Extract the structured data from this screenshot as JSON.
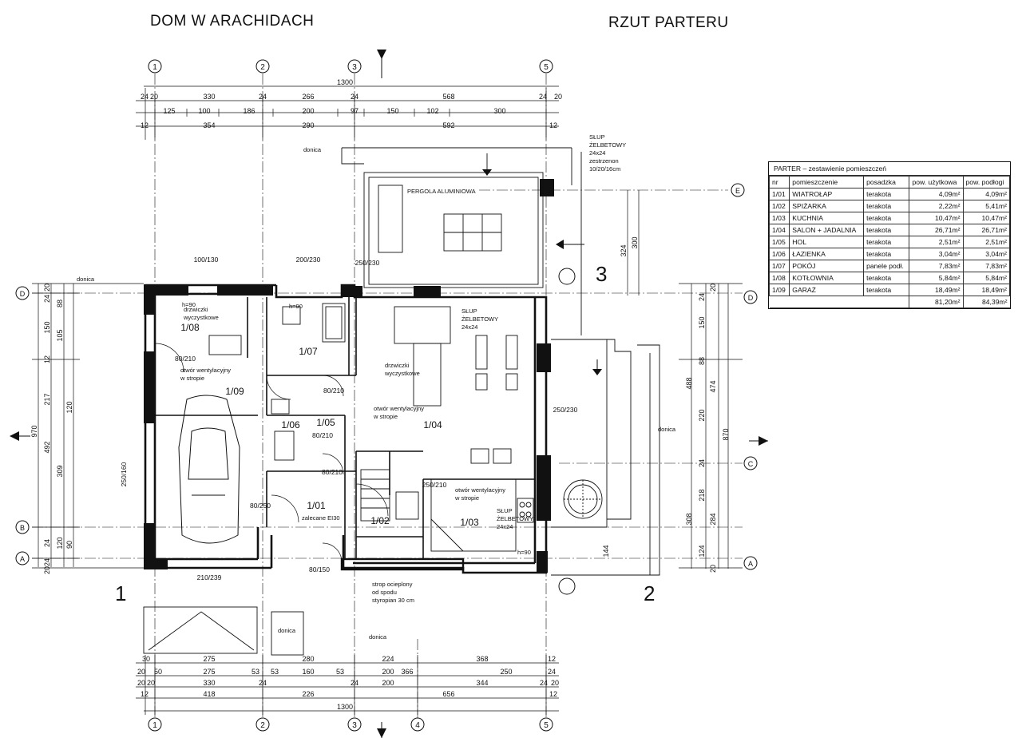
{
  "titles": {
    "left": "DOM W ARACHIDACH",
    "right": "RZUT PARTERU"
  },
  "axes_vertical": [
    "1",
    "2",
    "3",
    "4",
    "5"
  ],
  "axes_horizontal": [
    "A",
    "B",
    "C",
    "D",
    "E"
  ],
  "dimensions": {
    "top_total": "1300",
    "top_row1": [
      "24",
      "20",
      "330",
      "24",
      "266",
      "24",
      "568",
      "24",
      "20"
    ],
    "top_row2": [
      "125",
      "100",
      "186",
      "200",
      "97",
      "150",
      "102",
      "300"
    ],
    "top_row3": [
      "12",
      "354",
      "290",
      "592",
      "12"
    ],
    "bottom_row1": [
      "30",
      "275",
      "280",
      "224",
      "368",
      "12"
    ],
    "bottom_row2": [
      "20",
      "50",
      "275",
      "53",
      "53",
      "160",
      "53",
      "200",
      "366",
      "250",
      "24"
    ],
    "bottom_row3": [
      "20",
      "20",
      "330",
      "24",
      "24",
      "200",
      "344",
      "24",
      "20"
    ],
    "bottom_row4": [
      "12",
      "418",
      "226",
      "656",
      "12"
    ],
    "bottom_total": "1300",
    "left_col": [
      "20",
      "24",
      "88",
      "150",
      "105",
      "12",
      "217",
      "120",
      "24",
      "120",
      "90",
      "24",
      "20"
    ],
    "left_col2": [
      "492",
      "309"
    ],
    "left_total": "970",
    "right_col": [
      "324",
      "300",
      "150",
      "88",
      "474",
      "488",
      "220",
      "24",
      "218",
      "308",
      "284",
      "124",
      "144",
      "20",
      "24",
      "20"
    ],
    "right_total": "870"
  },
  "room_labels": [
    "1/01",
    "1/02",
    "1/03",
    "1/04",
    "1/05",
    "1/06",
    "1/07",
    "1/08",
    "1/09"
  ],
  "annotations": {
    "pergola": "PERGOLA ALUMINIOWA",
    "donica": "donica",
    "slup": "SŁUP",
    "zelbetowy": "ŻELBETOWY",
    "size_24": "24x24",
    "zbrojenie": "zestrzenon",
    "zbrojenie2": "10/20/16cm",
    "drzwiczki": "drzwiczki",
    "wyczystkowe": "wyczystkowe",
    "otwor": "otwór wentylacyjny",
    "w_stropie": "w stropie",
    "zalecane": "zalecane EI30",
    "strop1": "strop ocieplony",
    "strop2": "od spodu",
    "strop3": "styropian 30 cm",
    "h90": "h=90",
    "section_mark": "3",
    "section_mark_1": "1",
    "section_mark_2": "2",
    "door_labels": [
      "100/130",
      "200/230",
      "250/230",
      "80/210",
      "250/230",
      "80/210",
      "80/210",
      "80/210",
      "80/250",
      "210/239",
      "80/150",
      "250/160",
      "250/210"
    ]
  },
  "schedule": {
    "title": "PARTER  –  zestawienie pomieszczeń",
    "headers": [
      "nr",
      "pomieszczenie",
      "posadzka",
      "pow. użytkowa",
      "pow. podłogi"
    ],
    "rows": [
      [
        "1/01",
        "WIATROŁAP",
        "terakota",
        "4,09m²",
        "4,09m²"
      ],
      [
        "1/02",
        "SPIŻARKA",
        "terakota",
        "2,22m²",
        "5,41m²"
      ],
      [
        "1/03",
        "KUCHNIA",
        "terakota",
        "10,47m²",
        "10,47m²"
      ],
      [
        "1/04",
        "SALON + JADALNIA",
        "terakota",
        "26,71m²",
        "26,71m²"
      ],
      [
        "1/05",
        "HOL",
        "terakota",
        "2,51m²",
        "2,51m²"
      ],
      [
        "1/06",
        "ŁAZIENKA",
        "terakota",
        "3,04m²",
        "3,04m²"
      ],
      [
        "1/07",
        "POKÓJ",
        "panele podł.",
        "7,83m²",
        "7,83m²"
      ],
      [
        "1/08",
        "KOTŁOWNIA",
        "terakota",
        "5,84m²",
        "5,84m²"
      ],
      [
        "1/09",
        "GARAŻ",
        "terakota",
        "18,49m²",
        "18,49m²"
      ]
    ],
    "totals": [
      "81,20m²",
      "84,39m²"
    ]
  }
}
